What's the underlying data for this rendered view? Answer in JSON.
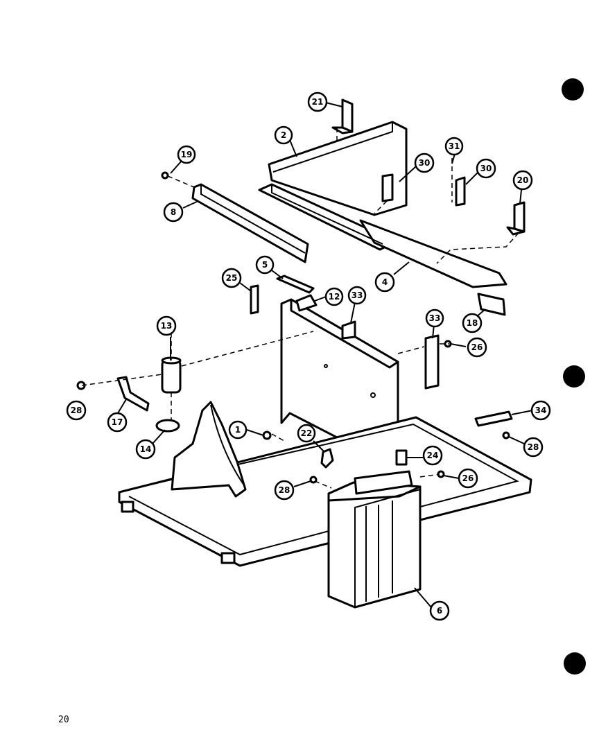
{
  "page_number": "20",
  "callouts": [
    {
      "id": "c21a",
      "label": "21"
    },
    {
      "id": "c2",
      "label": "2"
    },
    {
      "id": "c19",
      "label": "19"
    },
    {
      "id": "c8",
      "label": "8"
    },
    {
      "id": "c30a",
      "label": "30"
    },
    {
      "id": "c31",
      "label": "31"
    },
    {
      "id": "c30b",
      "label": "30"
    },
    {
      "id": "c20",
      "label": "20"
    },
    {
      "id": "c4",
      "label": "4"
    },
    {
      "id": "c5",
      "label": "5"
    },
    {
      "id": "c25",
      "label": "25"
    },
    {
      "id": "c12",
      "label": "12"
    },
    {
      "id": "c33a",
      "label": "33"
    },
    {
      "id": "c18",
      "label": "18"
    },
    {
      "id": "c13",
      "label": "13"
    },
    {
      "id": "c33b",
      "label": "33"
    },
    {
      "id": "c26a",
      "label": "26"
    },
    {
      "id": "c28a",
      "label": "28"
    },
    {
      "id": "c17",
      "label": "17"
    },
    {
      "id": "c14",
      "label": "14"
    },
    {
      "id": "c1",
      "label": "1"
    },
    {
      "id": "c22",
      "label": "22"
    },
    {
      "id": "c34",
      "label": "34"
    },
    {
      "id": "c28b",
      "label": "28"
    },
    {
      "id": "c24",
      "label": "24"
    },
    {
      "id": "c26b",
      "label": "26"
    },
    {
      "id": "c28c",
      "label": "28"
    },
    {
      "id": "c6",
      "label": "6"
    }
  ]
}
